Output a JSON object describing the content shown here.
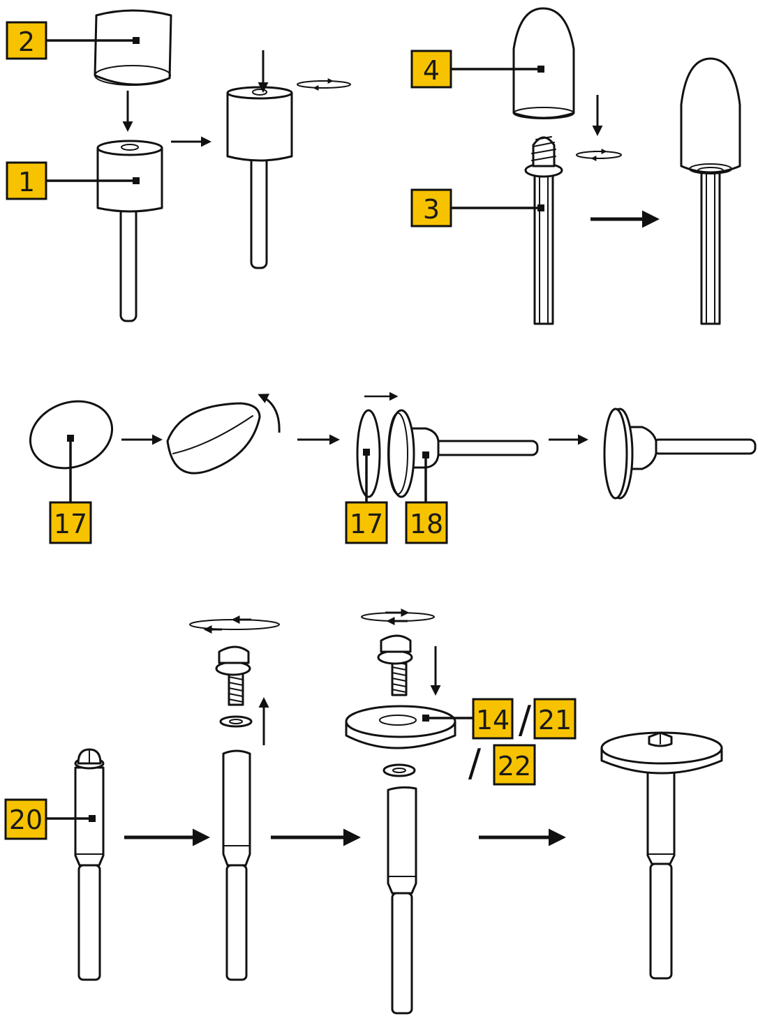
{
  "colors": {
    "label_fill": "#f7c300",
    "stroke": "#111111",
    "background": "#ffffff"
  },
  "labels": {
    "l2": "2",
    "l1": "1",
    "l4": "4",
    "l3": "3",
    "l17a": "17",
    "l17b": "17",
    "l18": "18",
    "l14": "14",
    "l21": "21",
    "l22": "22",
    "l20": "20"
  },
  "separators": {
    "s1": "/",
    "s2": "/"
  },
  "icons": [
    "down-arrow-icon",
    "right-arrow-icon",
    "up-arrow-icon",
    "rotate-arrow-icon",
    "curved-arrow-icon"
  ]
}
